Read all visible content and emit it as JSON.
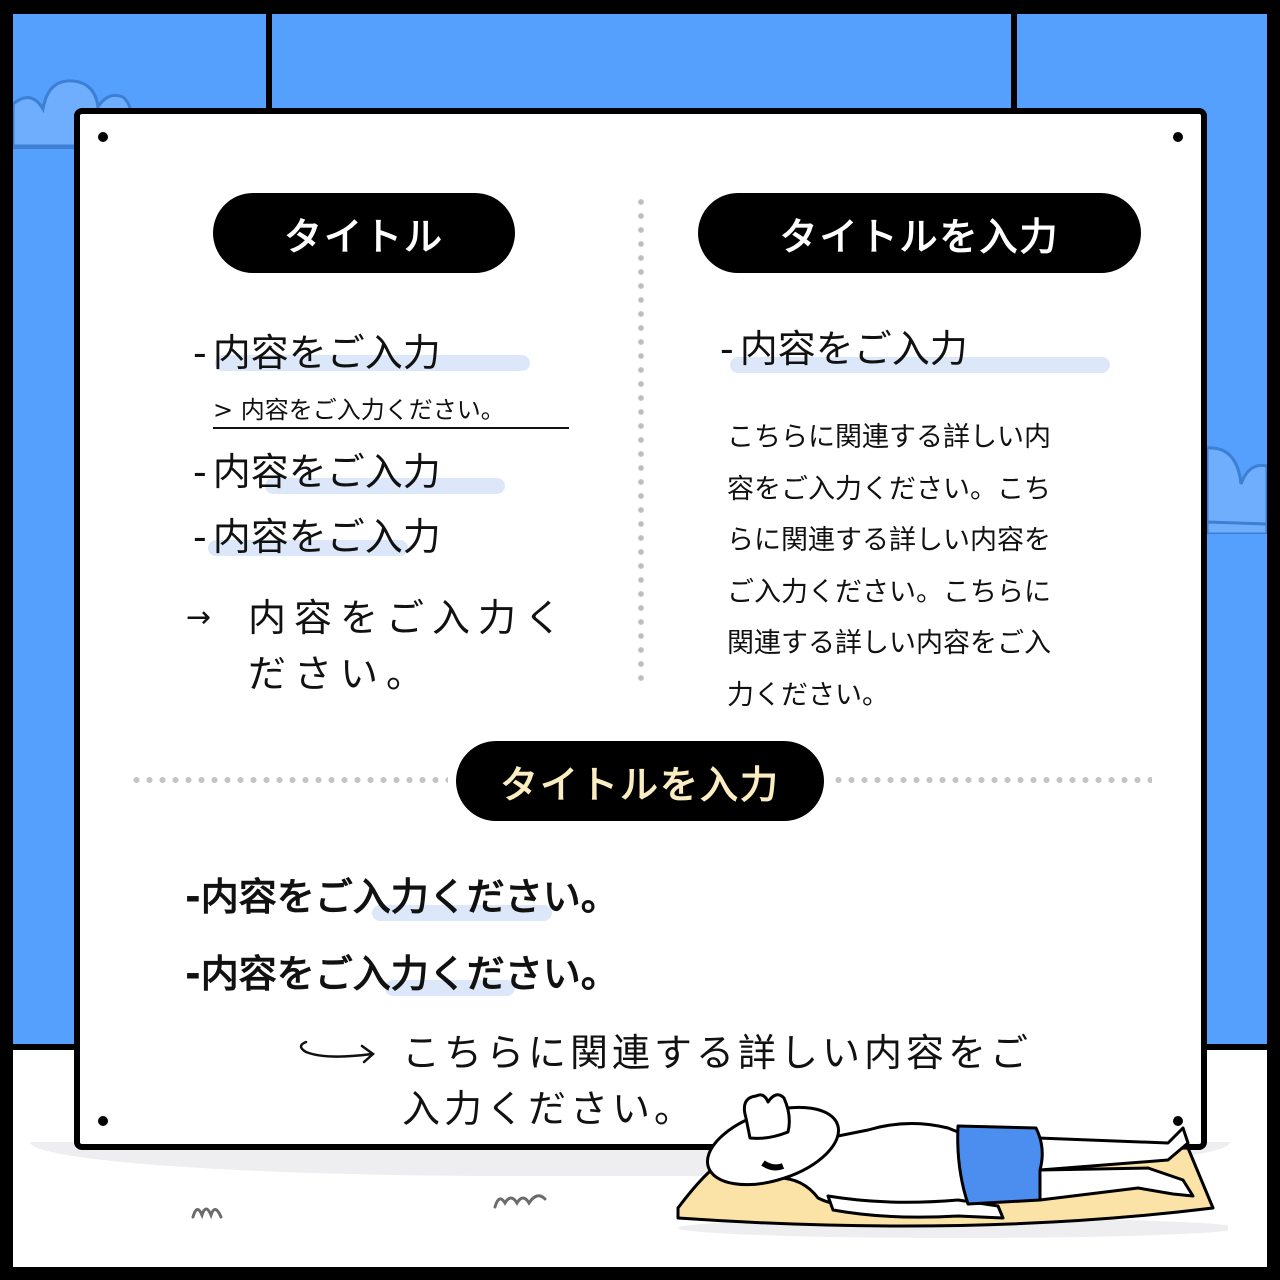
{
  "colors": {
    "sky": "#559ffd",
    "board": "#ffffff",
    "ink": "#000000",
    "highlight": "#dce8fa",
    "gold_title": "#fbedc2",
    "towel": "#fbe3a8",
    "shorts": "#4b8ef0"
  },
  "left_section": {
    "title": "タイトル",
    "items": [
      {
        "dash": "-",
        "text": "内容をご入力"
      },
      {
        "dash": "-",
        "text": "内容をご入力"
      },
      {
        "dash": "-",
        "text": "内容をご入力"
      }
    ],
    "sub_note": "> 内容をご入力ください。",
    "arrow_glyph": "→",
    "arrow_text_line1": "内容をご入力く",
    "arrow_text_line2": "ださい。"
  },
  "right_section": {
    "title": "タイトルを入力",
    "item": {
      "dash": "-",
      "text": "内容をご入力"
    },
    "paragraph_lines": [
      "こちらに関連する詳しい内",
      "容をご入力ください。こち",
      "らに関連する詳しい内容を",
      "ご入力ください。こちらに",
      "関連する詳しい内容をご入",
      "力ください。"
    ]
  },
  "bottom_section": {
    "title": "タイトルを入力",
    "items": [
      {
        "dash": "-",
        "text": "内容をご入力ください。"
      },
      {
        "dash": "-",
        "text": "内容をご入力ください。"
      }
    ],
    "note_line1": "こちらに関連する詳しい内容をご",
    "note_line2": "入力ください。"
  },
  "decor": {
    "illustration": "man-sunbathing-on-towel",
    "grass_marks": 2,
    "clouds": 2
  }
}
